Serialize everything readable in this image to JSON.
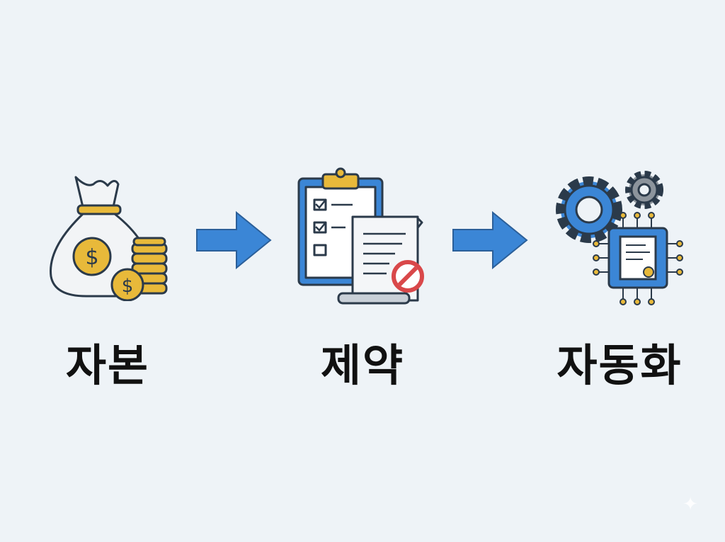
{
  "steps": [
    {
      "label": "자본",
      "icon": "money-bag-icon"
    },
    {
      "label": "제약",
      "icon": "clipboard-contract-icon"
    },
    {
      "label": "자동화",
      "icon": "gears-chip-icon"
    }
  ],
  "colors": {
    "background": "#eef3f7",
    "accent_blue": "#3b86d6",
    "gold": "#e8b93a",
    "red": "#d9484a",
    "outline": "#2b3a4a"
  }
}
